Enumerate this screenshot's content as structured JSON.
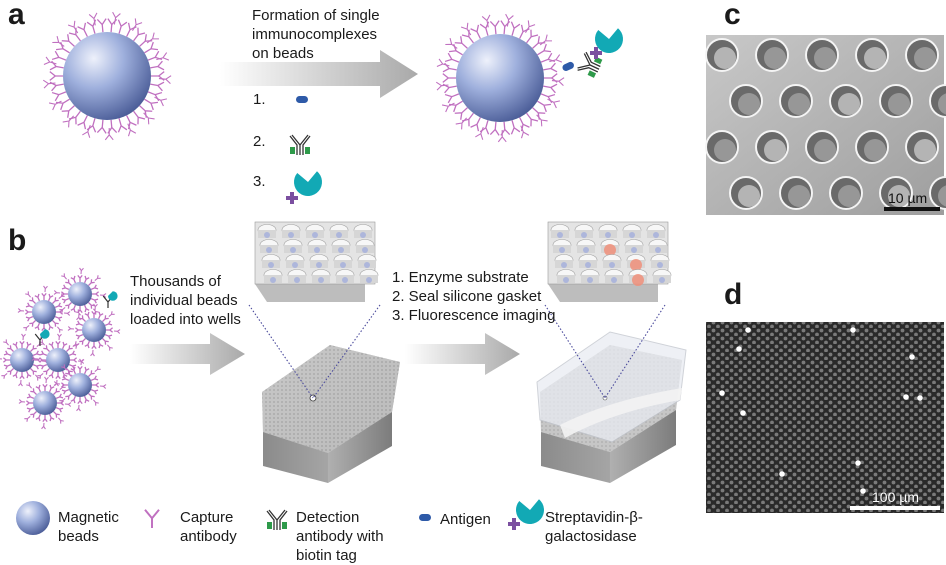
{
  "panels": {
    "a": {
      "label": "a",
      "arrow_text": "Formation of single\nimmunocomplexes\non beads",
      "steps": [
        "1.",
        "2.",
        "3."
      ]
    },
    "b": {
      "label": "b",
      "arrow1_text": "Thousands of\nindividual beads\nloaded into wells",
      "arrow2_steps": [
        "1. Enzyme substrate",
        "2. Seal silicone gasket",
        "3. Fluorescence imaging"
      ]
    },
    "c": {
      "label": "c",
      "scale_text": "10 µm"
    },
    "d": {
      "label": "d",
      "scale_text": "100 µm"
    }
  },
  "legend": [
    {
      "icon": "magnetic-bead-icon",
      "text": "Magnetic\nbeads"
    },
    {
      "icon": "capture-antibody-icon",
      "text": "Capture\nantibody"
    },
    {
      "icon": "detection-antibody-icon",
      "text": "Detection\nantibody with\nbiotin tag"
    },
    {
      "icon": "antigen-icon",
      "text": "Antigen"
    },
    {
      "icon": "streptavidin-enzyme-icon",
      "text": "Streptavidin-β-\ngalactosidase"
    }
  ],
  "colors": {
    "bead": "#8e9fd0",
    "capture_antibody": "#c070c0",
    "antigen": "#2e5aa8",
    "biotin_tag": "#2e9a4a",
    "enzyme": "#12a9b5",
    "streptavidin": "#7b4fa0",
    "fluorescent_well": "#f08f7a"
  }
}
